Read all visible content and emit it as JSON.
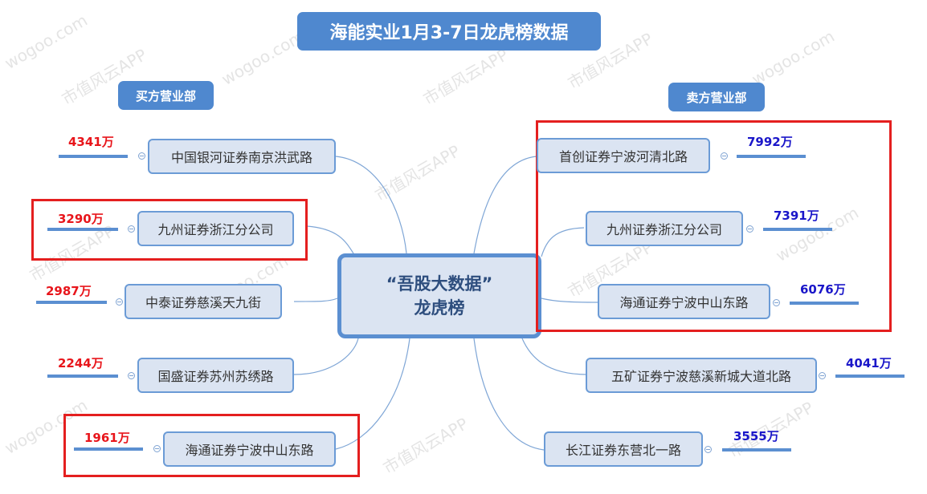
{
  "title": "海能实业1月3-7日龙虎榜数据",
  "center": {
    "line1": "“吾股大数据”",
    "line2": "龙虎榜"
  },
  "buy": {
    "label": "买方营业部",
    "items": [
      {
        "name": "中国银河证券南京洪武路",
        "amount": "4341万",
        "highlighted": false
      },
      {
        "name": "九州证券浙江分公司",
        "amount": "3290万",
        "highlighted": true
      },
      {
        "name": "中泰证券慈溪天九街",
        "amount": "2987万",
        "highlighted": false
      },
      {
        "name": "国盛证券苏州苏绣路",
        "amount": "2244万",
        "highlighted": false
      },
      {
        "name": "海通证券宁波中山东路",
        "amount": "1961万",
        "highlighted": true
      }
    ]
  },
  "sell": {
    "label": "卖方营业部",
    "items": [
      {
        "name": "首创证券宁波河清北路",
        "amount": "7992万",
        "highlighted": true
      },
      {
        "name": "九州证券浙江分公司",
        "amount": "7391万",
        "highlighted": true
      },
      {
        "name": "海通证券宁波中山东路",
        "amount": "6076万",
        "highlighted": true
      },
      {
        "name": "五矿证券宁波慈溪新城大道北路",
        "amount": "4041万",
        "highlighted": false
      },
      {
        "name": "长江证券东营北一路",
        "amount": "3555万",
        "highlighted": false
      }
    ]
  },
  "colors": {
    "accent": "#4f88cf",
    "node_fill": "#dbe4f2",
    "buy_amount": "#e8151b",
    "sell_amount": "#1a16c9",
    "highlight": "#e41f1f"
  },
  "watermark": [
    "市值风云APP",
    "wogoo.com"
  ]
}
